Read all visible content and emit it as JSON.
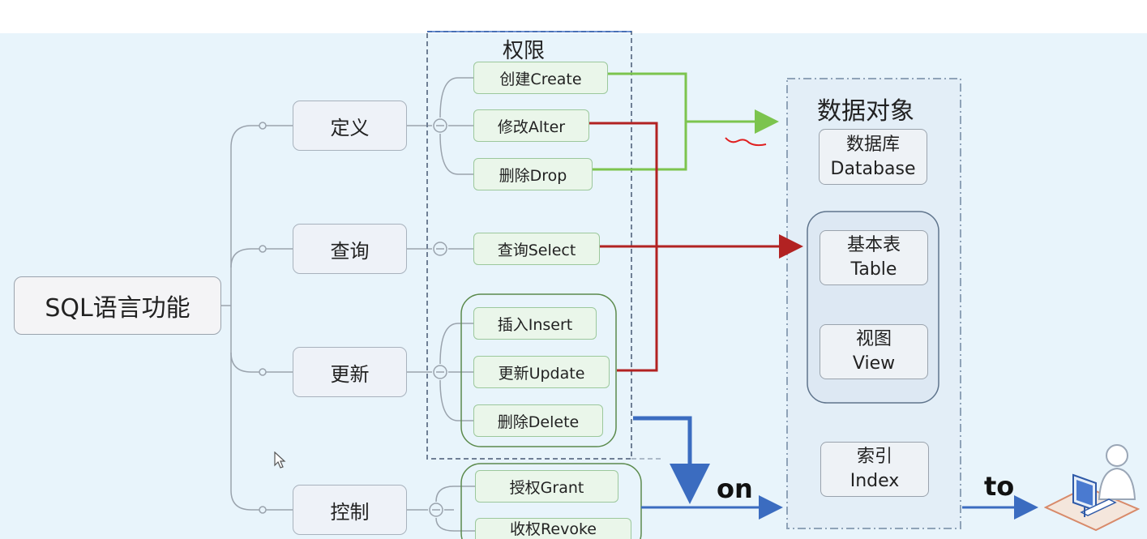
{
  "root": {
    "label": "SQL语言功能"
  },
  "categories": [
    {
      "id": "define",
      "label": "定义"
    },
    {
      "id": "query",
      "label": "查询"
    },
    {
      "id": "update",
      "label": "更新"
    },
    {
      "id": "control",
      "label": "控制"
    }
  ],
  "permissions_title": "权限",
  "operations": {
    "create": "创建Create",
    "alter": "修改Alter",
    "drop": "删除Drop",
    "select": "查询Select",
    "insert": "插入Insert",
    "update": "更新Update",
    "delete": "删除Delete",
    "grant": "授权Grant",
    "revoke": "收权Revoke"
  },
  "data_objects": {
    "title": "数据对象",
    "database": {
      "line1": "数据库",
      "line2": "Database"
    },
    "table": {
      "line1": "基本表",
      "line2": "Table"
    },
    "view": {
      "line1": "视图",
      "line2": "View"
    },
    "index": {
      "line1": "索引",
      "line2": "Index"
    }
  },
  "keywords": {
    "on": "on",
    "to": "to"
  },
  "icons": {
    "user": "user-at-computer-icon",
    "cursor": "mouse-cursor-icon",
    "collapse": "collapse-circle-icon"
  },
  "colors": {
    "background": "#e8f4fb",
    "green_arrow": "#7cc44e",
    "red_arrow": "#b22222",
    "blue_arrow": "#3b6cc0",
    "dashed_border": "#6f7f95"
  }
}
